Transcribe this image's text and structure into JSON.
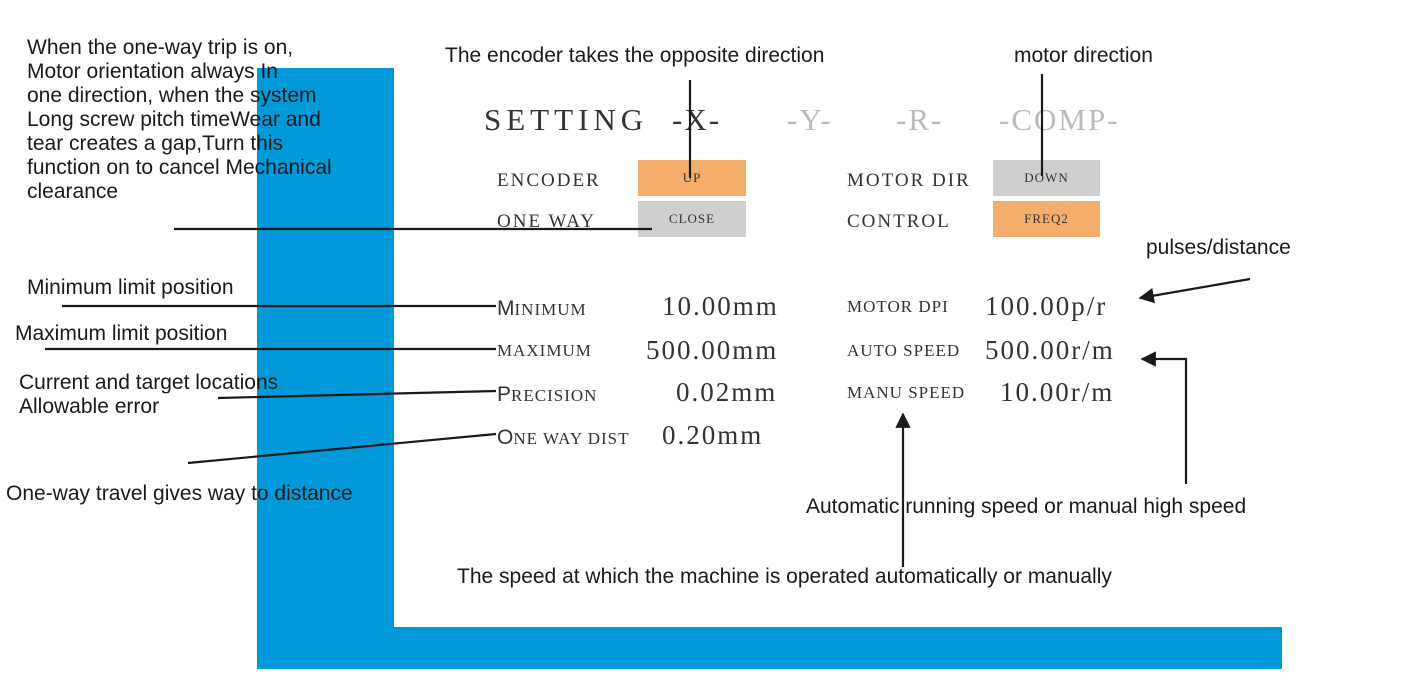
{
  "colors": {
    "frame": "#0099d9",
    "orange_button": "#f5ad6b",
    "gray_button": "#cfcfcf",
    "inactive_tab": "#bbbbbb"
  },
  "annotations": {
    "one_way_note": [
      "When the one-way trip is on,",
      "Motor orientation always In",
      "one direction, when the system",
      "Long screw pitch timeWear and",
      "tear creates a gap,Turn this",
      "function on to cancel Mechanical",
      "clearance"
    ],
    "encoder_note": "The encoder takes the opposite direction",
    "motor_direction_note": "motor direction",
    "pulses_note": "pulses/distance",
    "minimum_note": "Minimum limit position",
    "maximum_note": "Maximum limit position",
    "precision_note": [
      "Current and target locations",
      "Allowable error"
    ],
    "one_way_dist_note": "One-way travel gives way to distance",
    "auto_speed_note": "Automatic running speed or manual high speed",
    "manu_speed_note": "The speed at which the machine is operated automatically or manually"
  },
  "screen": {
    "title": "SETTING",
    "tabs": [
      "-X-",
      "-Y-",
      "-R-",
      "-COMP-"
    ],
    "active_tab": 0,
    "encoder": {
      "label": "ENCODER",
      "value": "UP"
    },
    "one_way": {
      "label": "ONE WAY",
      "value": "CLOSE"
    },
    "motor_dir": {
      "label": "MOTOR DIR",
      "value": "DOWN"
    },
    "control": {
      "label": "CONTROL",
      "value": "FREQ2"
    },
    "minimum": {
      "first": "M",
      "rest": "INIMUM",
      "value": "10.00mm"
    },
    "maximum": {
      "label": "MAXIMUM",
      "value": "500.00mm"
    },
    "precision": {
      "first": "P",
      "rest": "RECISION",
      "value": "0.02mm"
    },
    "one_way_dist": {
      "first": "O",
      "rest": "NE WAY DIST",
      "value": "0.20mm"
    },
    "motor_dpi": {
      "label": "MOTOR DPI",
      "value": "100.00p/r"
    },
    "auto_speed": {
      "label": "AUTO SPEED",
      "value": "500.00r/m"
    },
    "manu_speed": {
      "label": "MANU SPEED",
      "value": "10.00r/m"
    }
  }
}
